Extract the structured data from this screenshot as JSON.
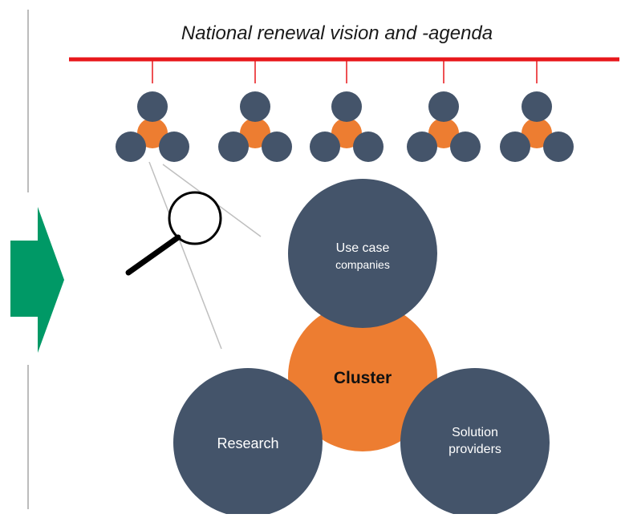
{
  "title": "National renewal vision and -agenda",
  "cluster": {
    "center_label": "Cluster",
    "members": {
      "top": "Use case companies",
      "top_line1": "Use case",
      "top_line2": "companies",
      "left": "Research",
      "right_line1": "Solution",
      "right_line2": "providers"
    }
  },
  "small_cluster_count": 5,
  "colors": {
    "agenda_line": "#e8171b",
    "member_node": "#44546a",
    "cluster_node": "#ed7d31",
    "arrow": "#009966",
    "connector": "#bfbfbf",
    "divider": "#a6a6a6",
    "magnifier": "#000000"
  },
  "icons": [
    "magnifier-icon",
    "right-arrow-icon"
  ]
}
